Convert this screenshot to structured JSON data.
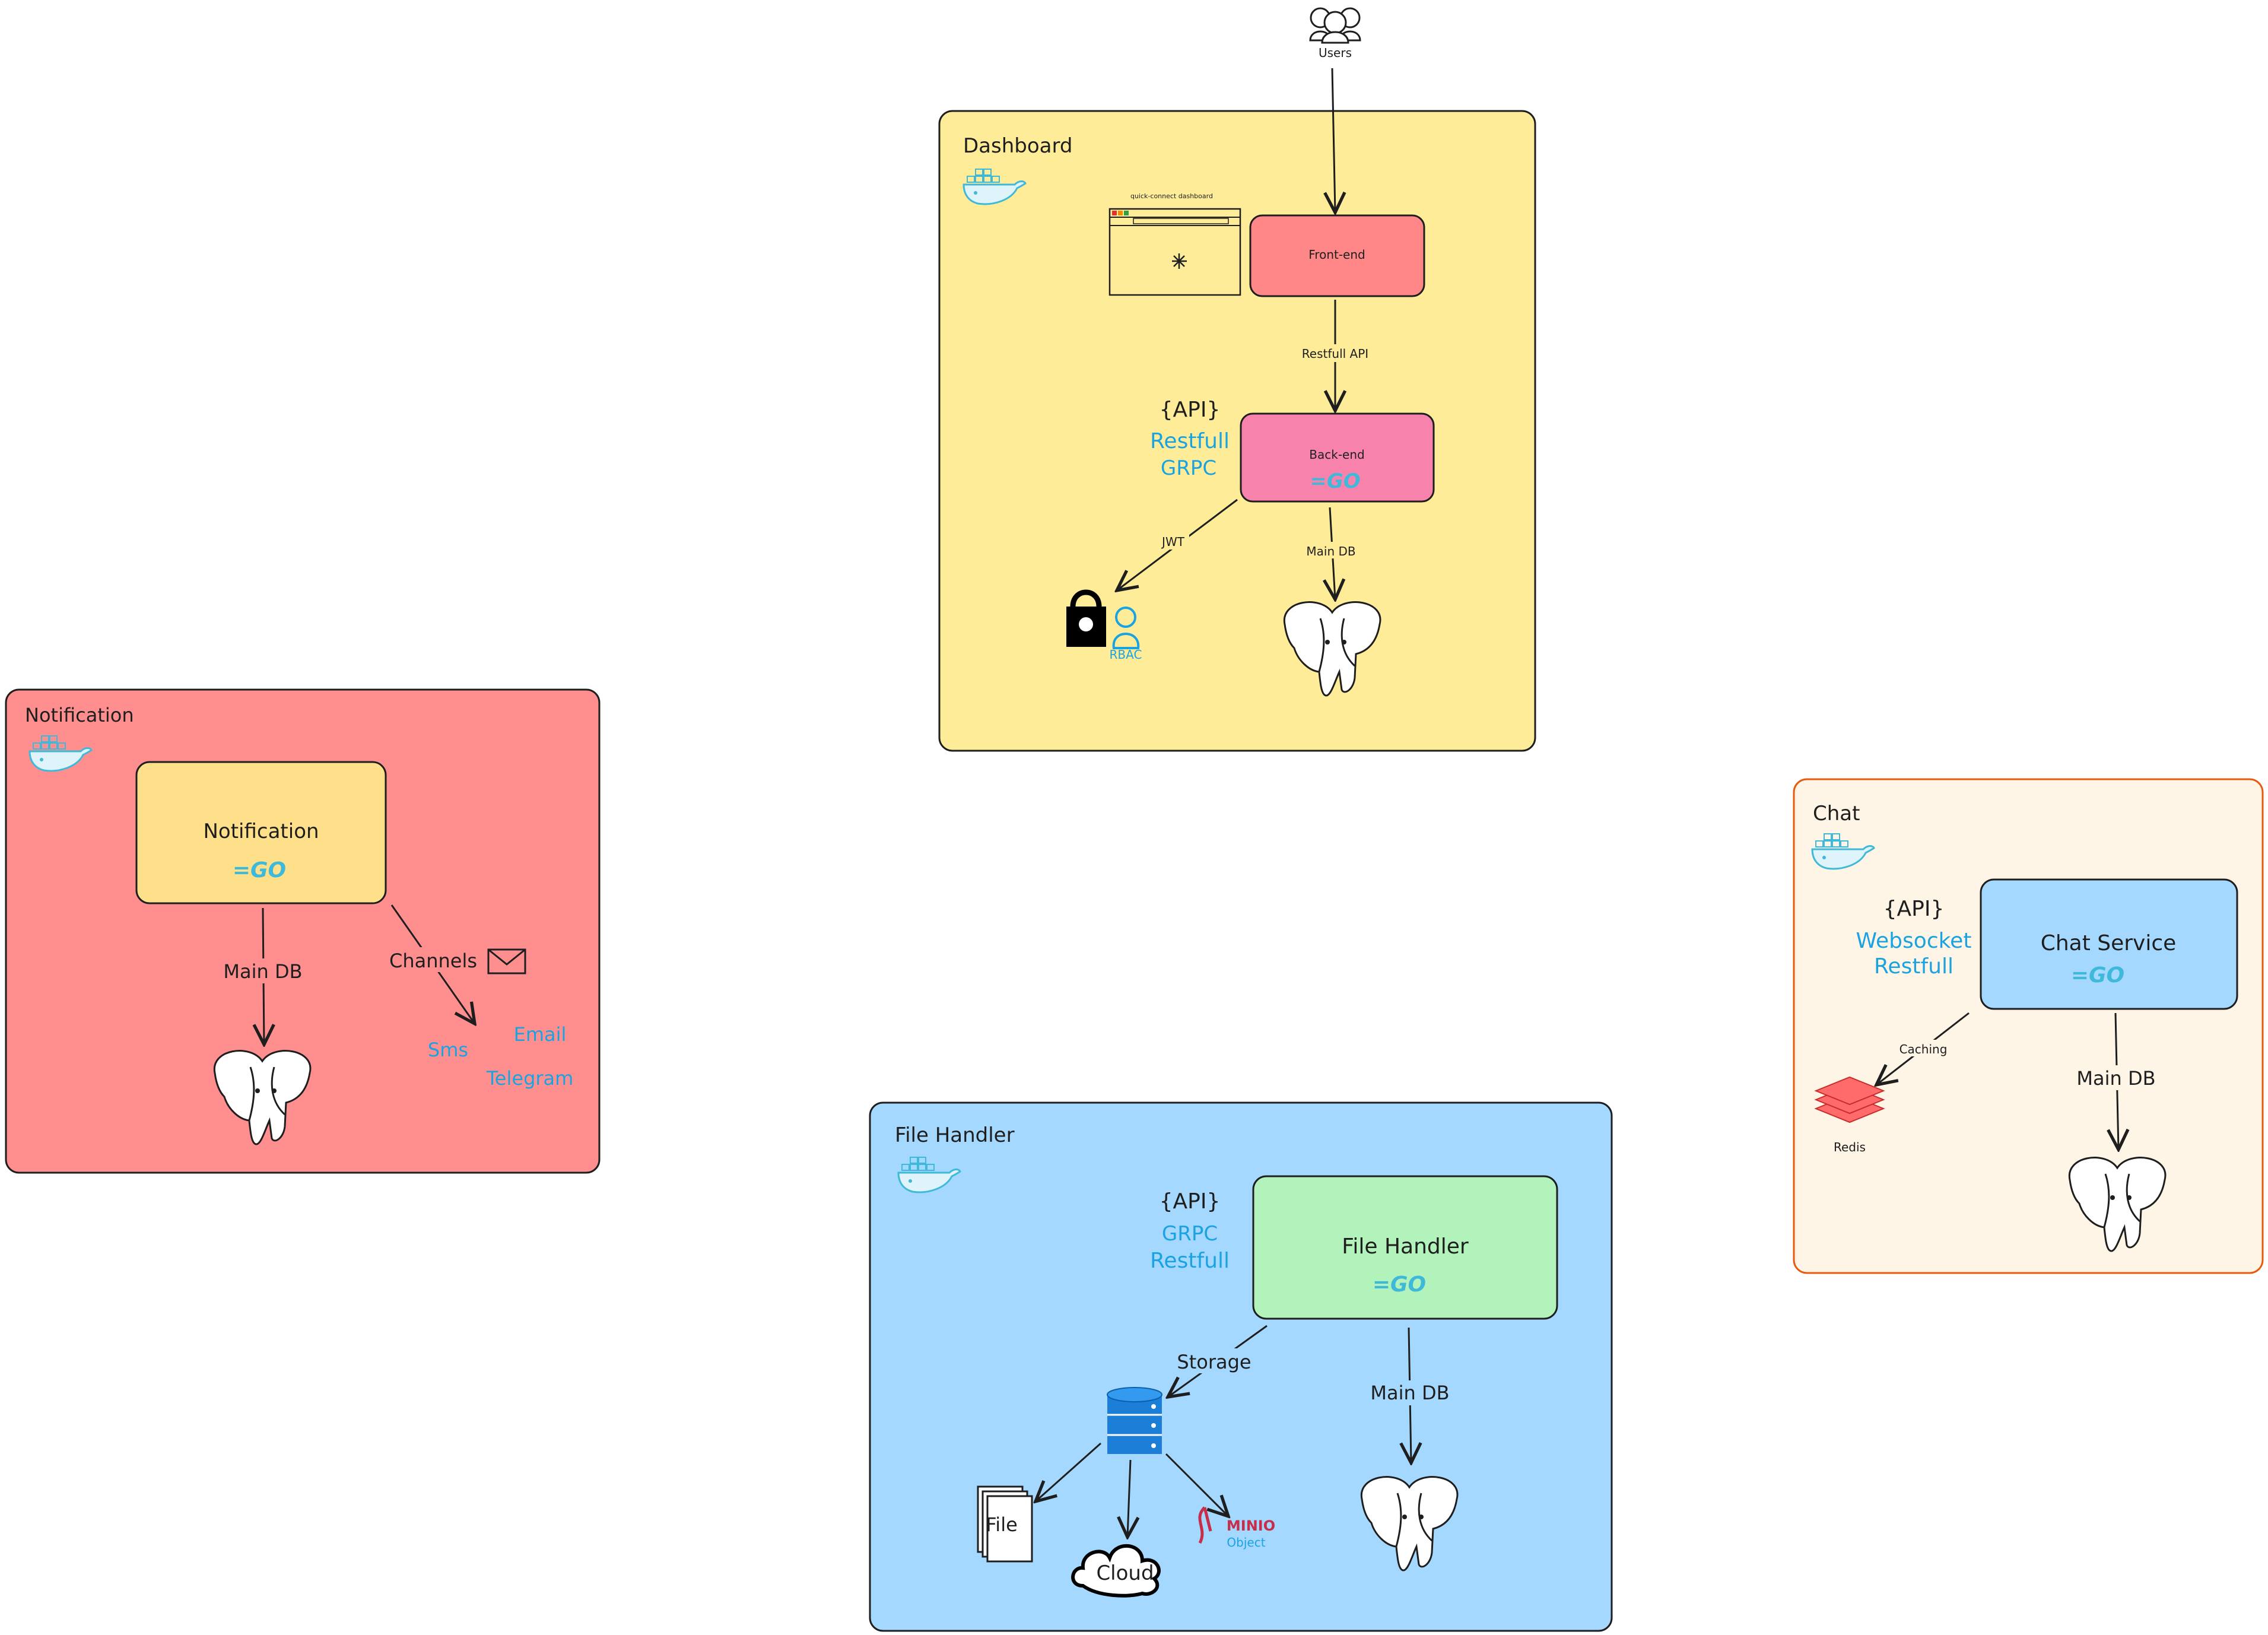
{
  "users": {
    "label": "Users"
  },
  "dashboard": {
    "title": "Dashboard",
    "browser_caption": "quick-connect dashboard",
    "frontend": "Front-end",
    "edge_rest": "Restfull API",
    "api_title": "{API}",
    "api_items": [
      "Restfull",
      "GRPC"
    ],
    "backend": "Back-end",
    "edge_jwt": "JWT",
    "edge_db": "Main DB",
    "rbac": "RBAC"
  },
  "notification": {
    "title": "Notification",
    "service": "Notification",
    "edge_db": "Main DB",
    "edge_channels": "Channels",
    "channels": [
      "Sms",
      "Email",
      "Telegram"
    ]
  },
  "file_handler": {
    "title": "File Handler",
    "api_title": "{API}",
    "api_items": [
      "GRPC",
      "Restfull"
    ],
    "service": "File Handler",
    "edge_storage": "Storage",
    "edge_db": "Main DB",
    "file": "File",
    "cloud": "Cloud",
    "minio": "MINIO",
    "minio_sub": "Object"
  },
  "chat": {
    "title": "Chat",
    "api_title": "{API}",
    "api_items": [
      "Websocket",
      "Restfull"
    ],
    "service": "Chat Service",
    "edge_caching": "Caching",
    "redis": "Redis",
    "edge_db": "Main DB"
  },
  "go_logo": "=GO",
  "colors": {
    "dashboard_bg": "#ffec99",
    "notification_bg": "#ff8f8f",
    "file_bg": "#a5d8ff",
    "chat_bg": "#fff5e6",
    "chat_border": "#e8590c",
    "frontend": "#ff8787",
    "backend": "#f783ac",
    "notif_service": "#ffe08a",
    "file_service": "#b2f2bb",
    "chat_service": "#a5d8ff"
  }
}
